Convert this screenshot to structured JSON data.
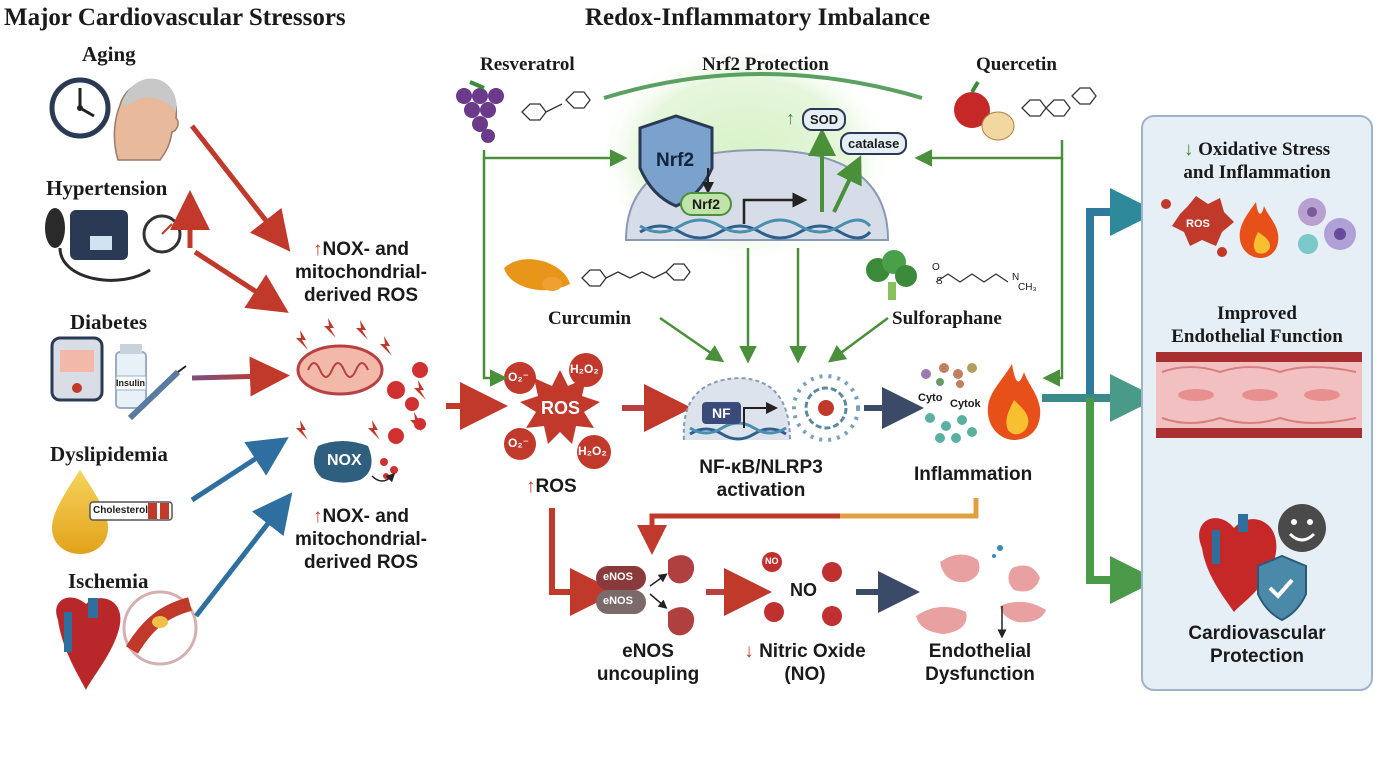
{
  "titles": {
    "left": "Major Cardiovascular Stressors",
    "middle": "Redox-Inflammatory Imbalance"
  },
  "stressors": {
    "aging": "Aging",
    "hypertension": "Hypertension",
    "diabetes": "Diabetes",
    "dyslipidemia": "Dyslipidemia",
    "ischemia": "Ischemia",
    "insulin_label": "Insulin",
    "cholesterol_label": "Cholesterol"
  },
  "ros_sources": {
    "top_arrow": "↑",
    "top_line1": "NOX- and",
    "top_line2": "mitochondrial-",
    "top_line3": "derived ROS",
    "bottom_arrow": "↑",
    "bottom_line1": "NOX- and",
    "bottom_line2": "mitochondrial-",
    "bottom_line3": "derived ROS",
    "nox_label": "NOX"
  },
  "ros": {
    "center": "ROS",
    "o2_top": "O₂⁻",
    "h2o2_top": "H₂O₂",
    "o2_bottom": "O₂⁻",
    "h2o2_bottom": "H₂O₂",
    "caption_arrow": "↑",
    "caption": "ROS"
  },
  "nrf2": {
    "title": "Nrf2 Protection",
    "shield": "Nrf2",
    "inner": "Nrf2",
    "sod": "SOD",
    "catalase": "catalase",
    "up_arrow": "↑"
  },
  "compounds": {
    "resveratrol": "Resveratrol",
    "quercetin": "Quercetin",
    "curcumin": "Curcumin",
    "sulforaphane": "Sulforaphane",
    "sulfo_o": "O",
    "sulfo_s": "S",
    "sulfo_n": "N",
    "sulfo_ch3": "CH₃"
  },
  "nfkb": {
    "box": "NF",
    "line1": "NF-κB/NLRP3",
    "line2": "activation"
  },
  "inflammation": {
    "label": "Inflammation",
    "cyto": "Cyto",
    "cytok": "Cytok"
  },
  "enos": {
    "pill1": "eNOS",
    "pill2": "eNOS",
    "line1": "eNOS",
    "line2": "uncoupling"
  },
  "no": {
    "center": "NO",
    "small": "NO",
    "arrow": "↓",
    "line1": "Nitric Oxide",
    "line2": "(NO)"
  },
  "endothelial": {
    "line1": "Endothelial",
    "line2": "Dysfunction"
  },
  "outcomes": {
    "down_arrow": "↓",
    "stress_line1": "Oxidative Stress",
    "stress_line2": "and Inflammation",
    "ros_badge": "ROS",
    "endo_line1": "Improved",
    "endo_line2": "Endothelial Function",
    "cv_line1": "Cardiovascular",
    "cv_line2": "Protection"
  },
  "colors": {
    "red_arrow": "#c0392b",
    "blue_arrow": "#2f6f9f",
    "green_arrow": "#4a8f3a",
    "teal_arrow": "#2e8a9a",
    "panel_bg": "#e6eef6"
  }
}
